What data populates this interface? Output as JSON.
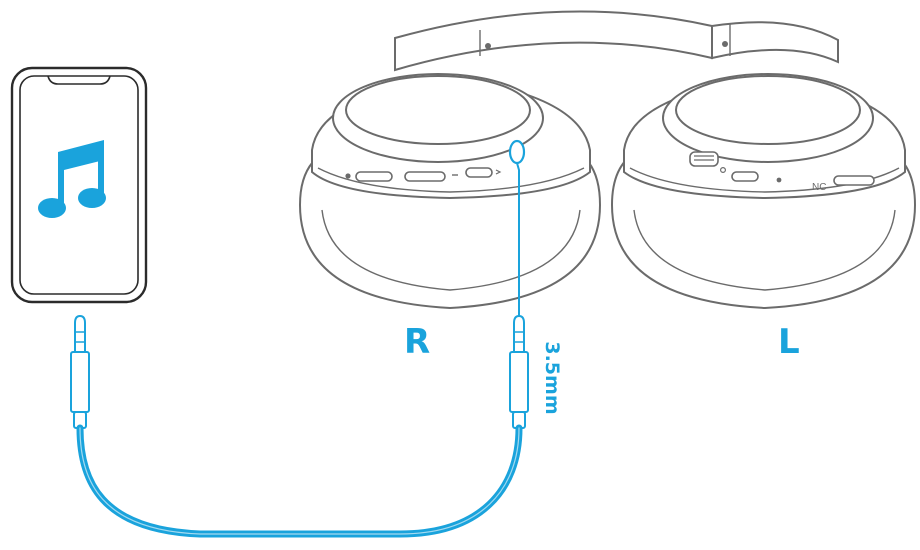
{
  "labels": {
    "right_ear": "R",
    "left_ear": "L",
    "jack_size": "3.5mm",
    "noise_cancel_marking": "NC"
  },
  "icons": {
    "phone_screen": "music-note-icon"
  },
  "colors": {
    "accent": "#1aa3dc",
    "outline": "#6b6b6b",
    "phone_body": "#ffffff"
  }
}
